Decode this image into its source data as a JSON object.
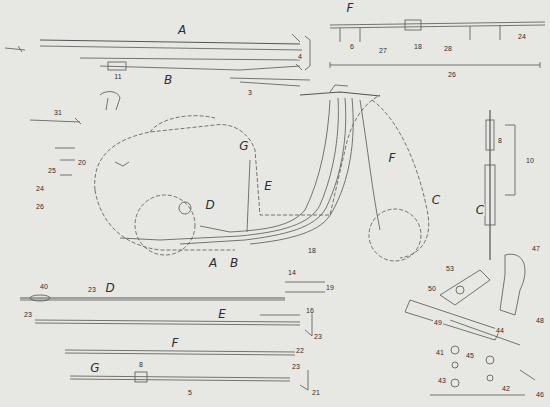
{
  "diagram": {
    "labels": [
      "A",
      "4",
      "B",
      "11",
      "3",
      "F",
      "6",
      "27",
      "18",
      "28",
      "24",
      "26",
      "F",
      "G",
      "E",
      "D",
      "C",
      "A",
      "B",
      "18",
      "C",
      "8",
      "10",
      "31",
      "25",
      "20",
      "24",
      "26",
      "40",
      "23",
      "D",
      "14",
      "19",
      "E",
      "23",
      "16",
      "23",
      "F",
      "22",
      "G",
      "8",
      "5",
      "23",
      "21",
      "47",
      "53",
      "50",
      "49",
      "44",
      "45",
      "43",
      "42",
      "41",
      "46",
      "48"
    ]
  }
}
